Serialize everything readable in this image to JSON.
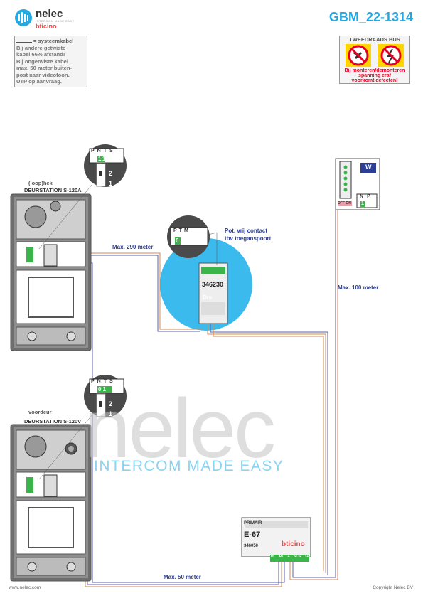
{
  "header": {
    "brand": "nelec",
    "brand_sub": "INTERCOM MADE EASY",
    "brand_partner": "bticino",
    "doc_id": "GBM_22-1314"
  },
  "note": {
    "legend": "= systeemkabel",
    "lines": [
      "Bij andere getwiste",
      "kabel 66% afstand!",
      "Bij ongetwiste kabel",
      "max. 50 meter buiten-",
      "post naar videofoon.",
      "UTP op aanvraag."
    ]
  },
  "warning": {
    "title": "TWEEDRAADS BUS",
    "lines": [
      "Bij monteren/demonteren",
      "spanning eraf",
      "voorkomt defecten!"
    ]
  },
  "stations": {
    "top": {
      "location": "(loop)hek",
      "name": "DEURSTATION S-120A"
    },
    "bottom": {
      "location": "voordeur",
      "name": "DEURSTATION S-120V"
    }
  },
  "dip": {
    "headers": [
      "P",
      "N",
      "T",
      "S"
    ],
    "top_values": [
      "1",
      "1"
    ],
    "bottom_values": [
      "0",
      "1"
    ],
    "switch_labels": [
      "2",
      "1"
    ]
  },
  "relay": {
    "code": "346230",
    "label": "Dre",
    "zoom_values": [
      "0"
    ],
    "zoom_headers": [
      "P",
      "T",
      "M"
    ],
    "note_line1": "Pot. vrij contact",
    "note_line2": "tbv toeganspoort"
  },
  "monitor": {
    "badge": "W",
    "dip_headers": [
      "N",
      "P"
    ],
    "dip_value": "1",
    "switch": "OFF ON"
  },
  "power": {
    "label": "PRIMAIR",
    "model": "E-67",
    "code": "346050",
    "brand": "bticino",
    "terminals": [
      "PL",
      "RL",
      "+",
      "SCS",
      "1+1"
    ]
  },
  "cables": {
    "top": "Max. 290 meter",
    "right": "Max. 100 meter",
    "bottom": "Max. 50 meter"
  },
  "watermark": {
    "big": "nelec",
    "tagline": "INTERCOM MADE EASY"
  },
  "footer": {
    "left": "www.nelec.com",
    "right": "Copyright Nelec BV"
  },
  "colors": {
    "accent": "#26a9e0",
    "cable_blue": "#5860a8",
    "cable_orange": "#d08a50",
    "terminal_green": "#3bb54a"
  }
}
